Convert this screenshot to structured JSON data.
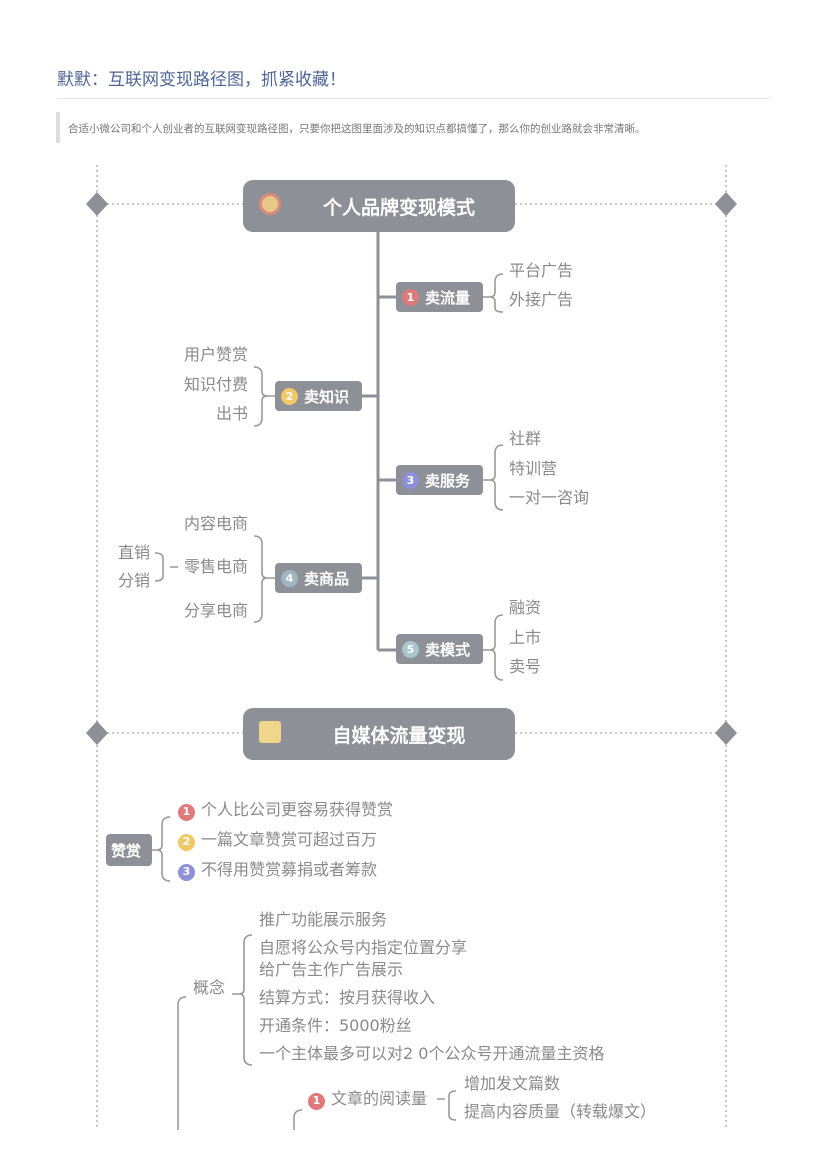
{
  "article": {
    "title": "默默：互联网变现路径图，抓紧收藏！",
    "quote": "合适小微公司和个人创业者的互联网变现路径图，只要你把这图里面涉及的知识点都搞懂了，那么你的创业路就会非常清晰。"
  },
  "colors": {
    "node": "#8e9097",
    "red": "#e07a7a",
    "yellow": "#f0c867",
    "blue": "#8d8fd8",
    "teal": "#9fb6c0",
    "lightteal": "#a9c6cc"
  },
  "section1": {
    "header": "个人品牌变现模式",
    "icon": "medal-icon",
    "nodes": [
      {
        "num": "1",
        "label": "卖流量",
        "leaves": [
          "平台广告",
          "外接广告"
        ]
      },
      {
        "num": "2",
        "label": "卖知识",
        "leaves": [
          "用户赞赏",
          "知识付费",
          "出书"
        ]
      },
      {
        "num": "3",
        "label": "卖服务",
        "leaves": [
          "社群",
          "特训营",
          "一对一咨询"
        ]
      },
      {
        "num": "4",
        "label": "卖商品",
        "leaves": [
          "内容电商",
          "零售电商",
          "分享电商"
        ],
        "sub": [
          "直销",
          "分销"
        ]
      },
      {
        "num": "5",
        "label": "卖模式",
        "leaves": [
          "融资",
          "上市",
          "卖号"
        ]
      }
    ]
  },
  "section2": {
    "header": "自媒体流量变现",
    "icon": "money-icon",
    "reward": {
      "label": "赞赏",
      "items": [
        {
          "num": "1",
          "text": "个人比公司更容易获得赞赏"
        },
        {
          "num": "2",
          "text": "一篇文章赞赏可超过百万"
        },
        {
          "num": "3",
          "text": "不得用赞赏募捐或者筹款"
        }
      ]
    },
    "concept": {
      "label": "概念",
      "items": [
        "推广功能展示服务",
        "自愿将公众号内指定位置分享",
        "给广告主作广告展示",
        "结算方式：按月获得收入",
        "开通条件：5000粉丝",
        "一个主体最多可以对2 0个公众号开通流量主资格"
      ]
    },
    "reading": {
      "num": "1",
      "label": "文章的阅读量",
      "items": [
        "增加发文篇数",
        "提高内容质量（转载爆文）"
      ]
    }
  }
}
